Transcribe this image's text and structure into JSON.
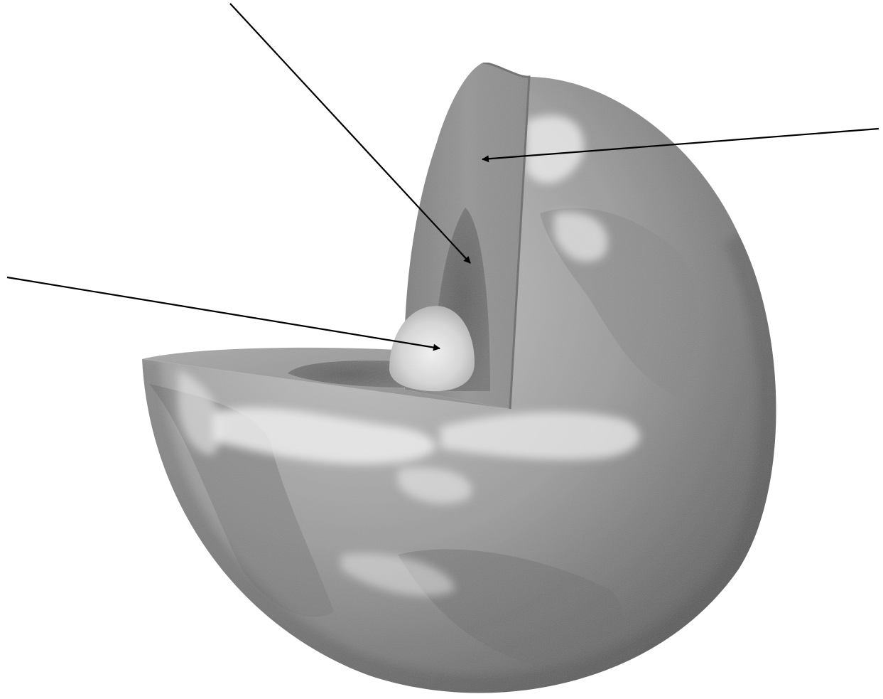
{
  "diagram": {
    "subject": "earth-interior-cutaway",
    "background_color": "#ffffff",
    "colors": {
      "surface_dark": "#6f6f6f",
      "surface_mid": "#9a9a9a",
      "surface_light": "#c4c4c4",
      "clouds": "#ececec",
      "crust_mantle_cut": "#8e8e8e",
      "outer_core": "#6e6e6e",
      "inner_core": "#e0e0e0",
      "arrow": "#000000"
    },
    "pointers": [
      {
        "id": "mantle-pointer",
        "target": "mantle",
        "label": ""
      },
      {
        "id": "outer-core-pointer",
        "target": "outer-core",
        "label": ""
      },
      {
        "id": "inner-core-pointer",
        "target": "inner-core",
        "label": ""
      }
    ]
  }
}
